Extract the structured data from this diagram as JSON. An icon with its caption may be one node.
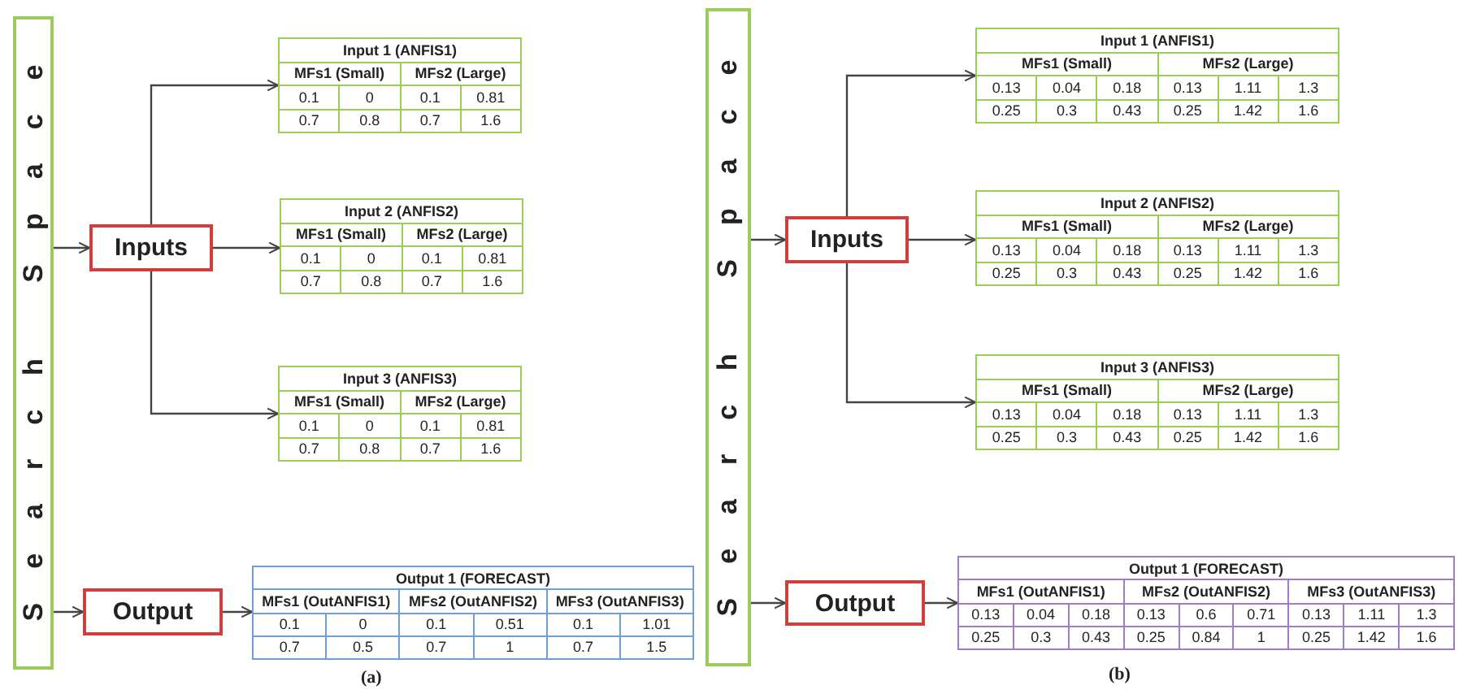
{
  "diagram": {
    "nodes": [
      {
        "text": [
          "Search Space"
        ]
      },
      {
        "text": [
          "Inputs"
        ]
      },
      {
        "text": [
          "Input 1 (ANFIS1)",
          "MFs1 (Small)",
          "MFs2 (Large)",
          "0.1",
          "0",
          "0.1",
          "0.81",
          "0.7",
          "0.8",
          "0.7",
          "1.6"
        ]
      },
      {
        "text": [
          "Input 2 (ANFIS2)",
          "MFs1 (Small)",
          "MFs2 (Large)",
          "0.1",
          "0",
          "0.1",
          "0.81",
          "0.7",
          "0.8",
          "0.7",
          "1.6"
        ]
      },
      {
        "text": [
          "Input 3 (ANFIS3)",
          "MFs1 (Small)",
          "MFs2 (Large)",
          "0.1",
          "0",
          "0.1",
          "0.81",
          "0.7",
          "0.8",
          "0.7",
          "1.6"
        ]
      },
      {
        "text": [
          "Output"
        ]
      },
      {
        "text": [
          "Output 1 (FORECAST)",
          "MFs1 (OutANFIS1)",
          "MFs2 (OutANFIS2)",
          "MFs3 (OutANFIS3)",
          "0.1",
          "0",
          "0.1",
          "0.51",
          "0.1",
          "1.01",
          "0.7",
          "0.5",
          "0.7",
          "1",
          "0.7",
          "1.5"
        ]
      },
      {
        "text": [
          "Search Space"
        ]
      },
      {
        "text": [
          "Inputs"
        ]
      },
      {
        "text": [
          "Input 1 (ANFIS1)",
          "MFs1 (Small)",
          "MFs2 (Large)",
          "0.13",
          "0.04",
          "0.18",
          "0.13",
          "1.11",
          "1.3",
          "0.25",
          "0.3",
          "0.43",
          "0.25",
          "1.42",
          "1.6"
        ]
      },
      {
        "text": [
          "Input 2 (ANFIS2)",
          "MFs1 (Small)",
          "MFs2 (Large)",
          "0.13",
          "0.04",
          "0.18",
          "0.13",
          "1.11",
          "1.3",
          "0.25",
          "0.3",
          "0.43",
          "0.25",
          "1.42",
          "1.6"
        ]
      },
      {
        "text": [
          "Input 3 (ANFIS3)",
          "MFs1 (Small)",
          "MFs2 (Large)",
          "0.13",
          "0.04",
          "0.18",
          "0.13",
          "1.11",
          "1.3",
          "0.25",
          "0.3",
          "0.43",
          "0.25",
          "1.42",
          "1.6"
        ]
      },
      {
        "text": [
          "Output"
        ]
      },
      {
        "text": [
          "Output 1 (FORECAST)",
          "MFs1 (OutANFIS1)",
          "MFs2 (OutANFIS2)",
          "MFs3 (OutANFIS3)",
          "0.13",
          "0.04",
          "0.18",
          "0.13",
          "0.6",
          "0.71",
          "0.13",
          "1.11",
          "1.3",
          "0.25",
          "0.3",
          "0.43",
          "0.25",
          "0.84",
          "1",
          "0.25",
          "1.42",
          "1.6"
        ]
      }
    ],
    "edges": [
      {
        "from": 0,
        "to": 1,
        "arrow": "to"
      },
      {
        "from": 1,
        "to": 2,
        "arrow": "to"
      },
      {
        "from": 1,
        "to": 3,
        "arrow": "to"
      },
      {
        "from": 1,
        "to": 4,
        "arrow": "to"
      },
      {
        "from": 0,
        "to": 5,
        "arrow": "to"
      },
      {
        "from": 5,
        "to": 6,
        "arrow": "to"
      },
      {
        "from": 7,
        "to": 8,
        "arrow": "to"
      },
      {
        "from": 8,
        "to": 9,
        "arrow": "to"
      },
      {
        "from": 8,
        "to": 10,
        "arrow": "to"
      },
      {
        "from": 8,
        "to": 11,
        "arrow": "to"
      },
      {
        "from": 7,
        "to": 12,
        "arrow": "to"
      },
      {
        "from": 12,
        "to": 13,
        "arrow": "to"
      }
    ],
    "labels": [
      "(a)",
      "(b)"
    ]
  }
}
